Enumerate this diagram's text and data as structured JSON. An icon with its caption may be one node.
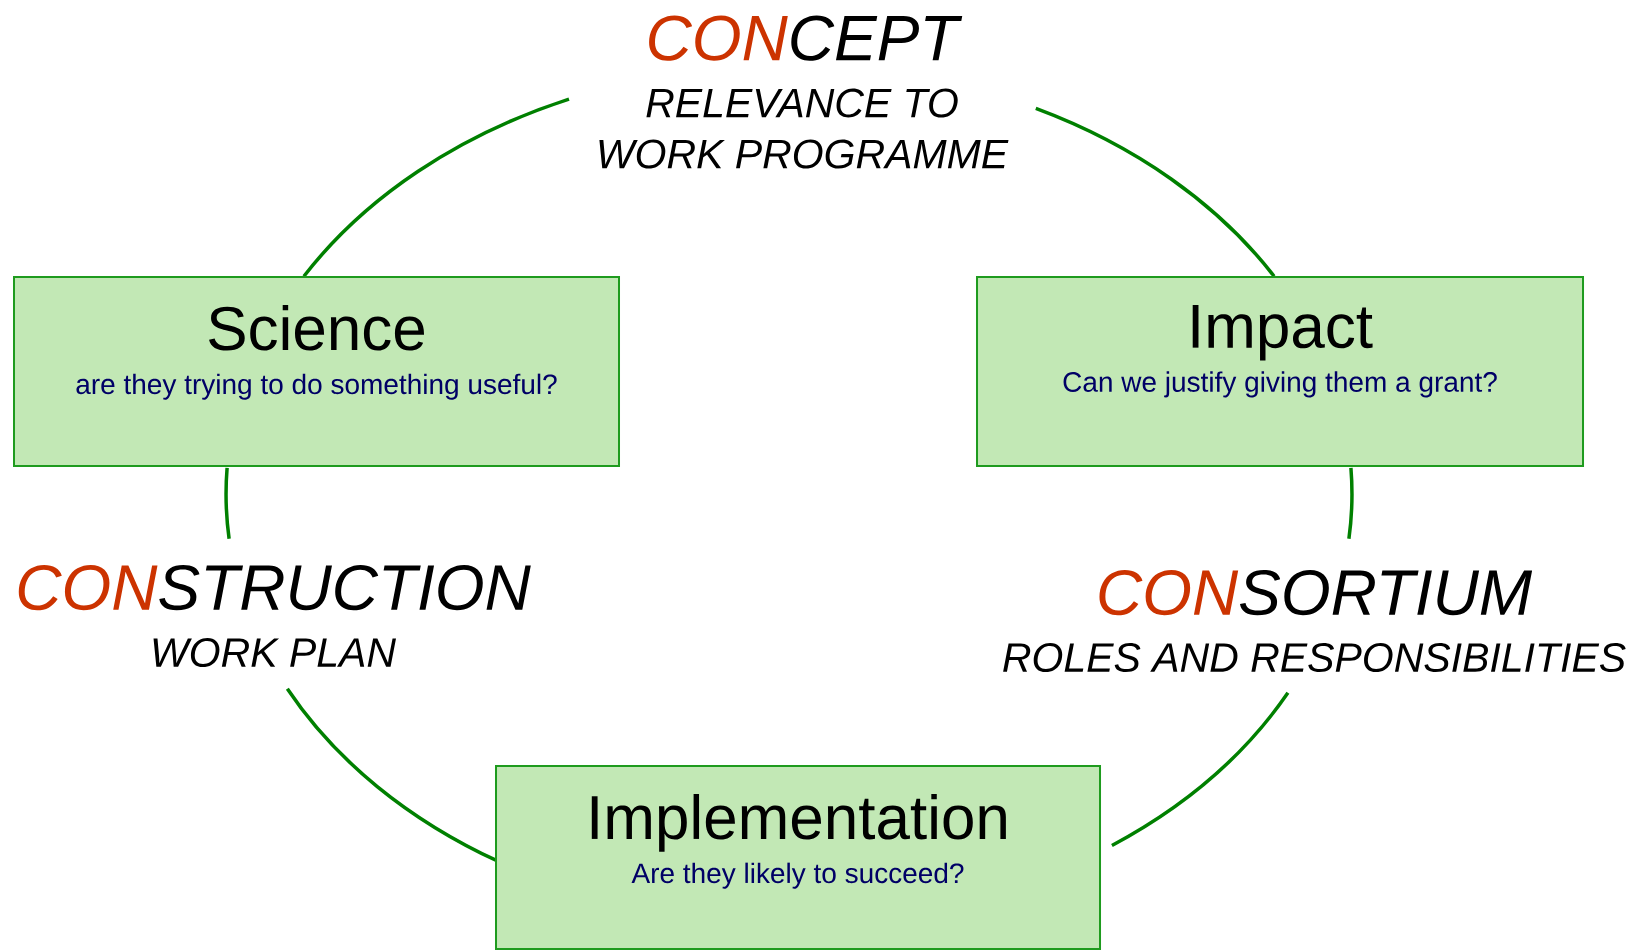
{
  "diagram": {
    "nodes": [
      {
        "text": [
          "CON",
          "CEPT",
          "RELEVANCE TO WORK PROGRAMME"
        ]
      },
      {
        "text": [
          "Science",
          "are they trying to do something useful?"
        ]
      },
      {
        "text": [
          "Impact",
          "Can we justify giving them a grant?"
        ]
      },
      {
        "text": [
          "CON",
          "STRUCTION",
          "WORK PLAN"
        ]
      },
      {
        "text": [
          "CON",
          "SORTIUM",
          "ROLES AND RESPONSIBILITIES"
        ]
      },
      {
        "text": [
          "Implementation",
          "Are they likely to succeed?"
        ]
      }
    ],
    "edges": [
      {
        "from": 1,
        "to": 0,
        "arrow": "none"
      },
      {
        "from": 0,
        "to": 2,
        "arrow": "none"
      },
      {
        "from": 2,
        "to": 4,
        "arrow": "none"
      },
      {
        "from": 4,
        "to": 5,
        "arrow": "none"
      },
      {
        "from": 5,
        "to": 3,
        "arrow": "none"
      },
      {
        "from": 3,
        "to": 1,
        "arrow": "none"
      }
    ]
  }
}
